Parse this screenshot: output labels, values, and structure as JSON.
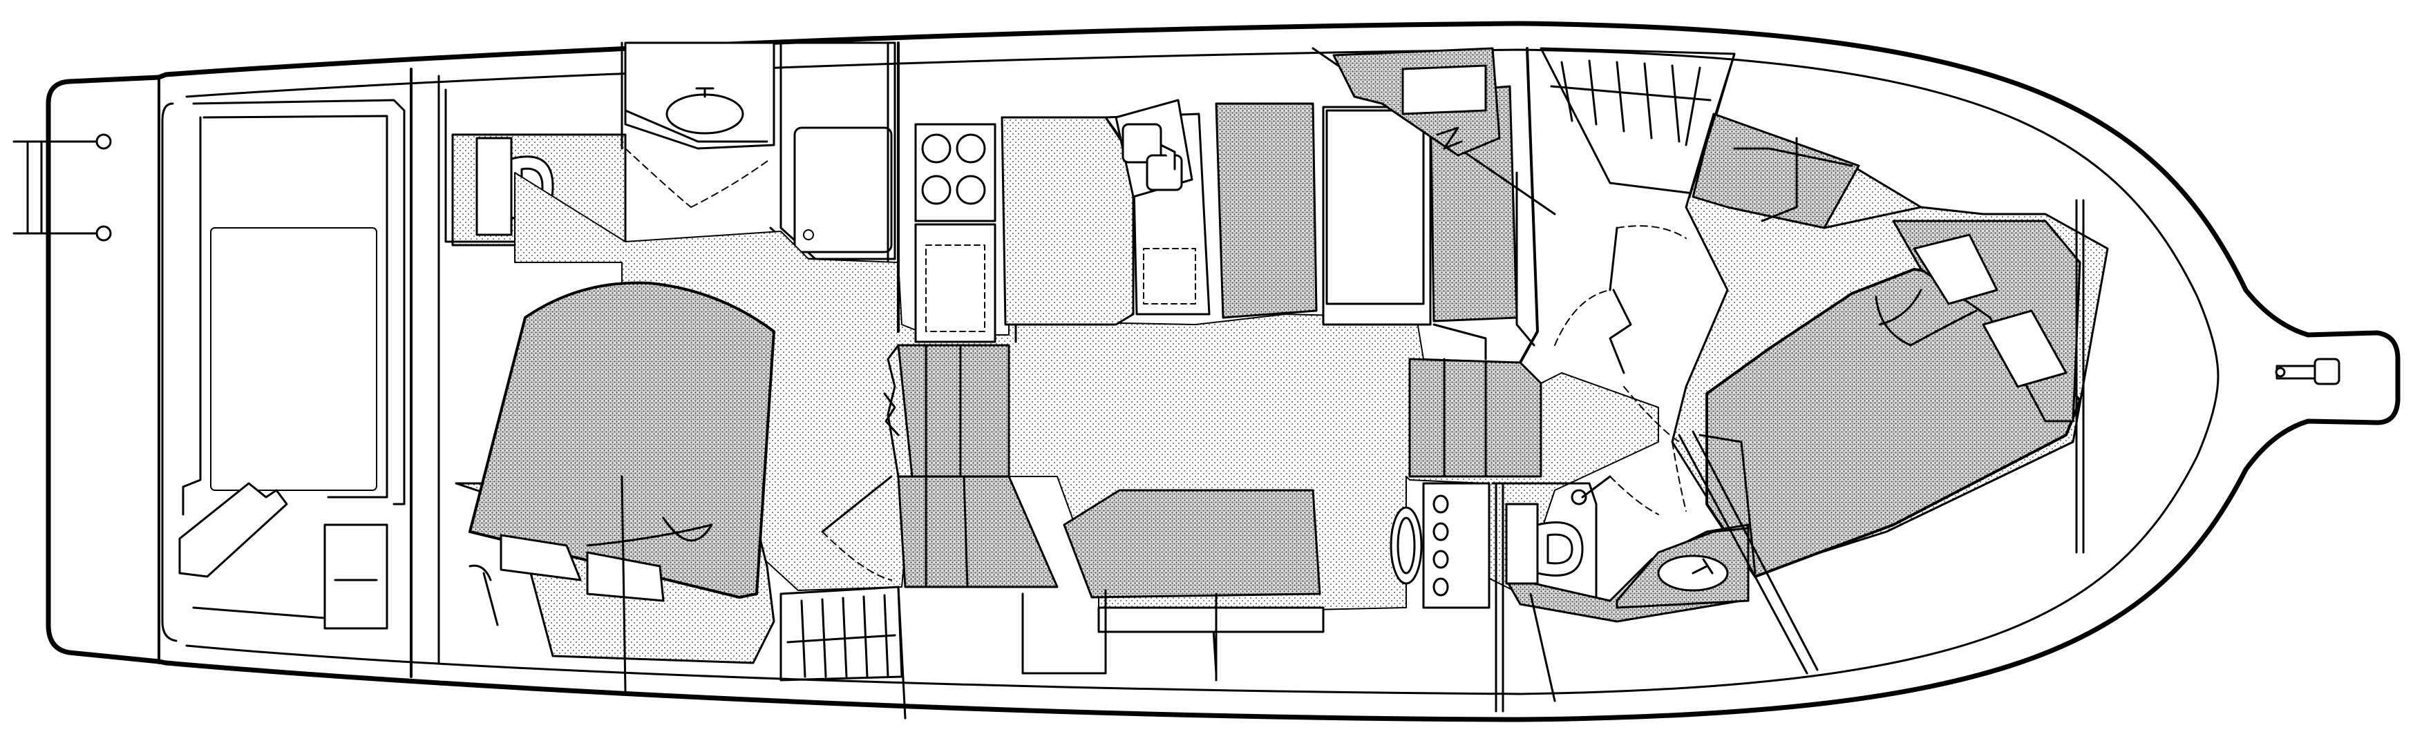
{
  "diagram": {
    "kind": "boat-deck-layout",
    "style": "line-art",
    "colors": {
      "ink": "#000000",
      "paper": "#ffffff",
      "fill_stipple": "#c9c9c9",
      "fill_dense": "#9a9a9a"
    },
    "areas": [
      {
        "id": "transom",
        "icon": "swim-ladder-icon"
      },
      {
        "id": "cockpit",
        "icon": "cockpit-icon"
      },
      {
        "id": "aft-head",
        "icon": "toilet-icon"
      },
      {
        "id": "aft-vanity",
        "icon": "sink-icon"
      },
      {
        "id": "shower",
        "icon": "shower-icon"
      },
      {
        "id": "aft-stateroom",
        "icon": "double-berth-icon"
      },
      {
        "id": "galley-stove",
        "icon": "stove-icon"
      },
      {
        "id": "galley-sink",
        "icon": "sink-icon"
      },
      {
        "id": "companionway",
        "icon": "stairs-icon"
      },
      {
        "id": "salon",
        "icon": "settee-icon"
      },
      {
        "id": "dinette",
        "icon": "table-icon"
      },
      {
        "id": "forward-head",
        "icon": "toilet-icon"
      },
      {
        "id": "forward-vanity",
        "icon": "sink-icon"
      },
      {
        "id": "forward-stateroom",
        "icon": "v-berth-icon"
      },
      {
        "id": "bow-pulpit",
        "icon": "anchor-roller-icon"
      }
    ]
  }
}
